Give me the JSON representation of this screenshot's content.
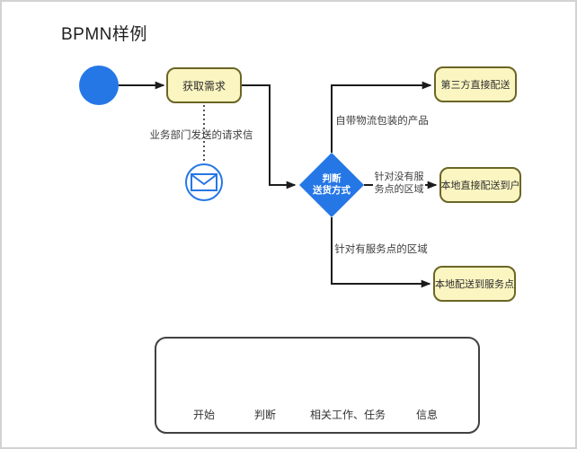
{
  "title": "BPMN样例",
  "colors": {
    "node_blue": "#2577E6",
    "task_fill": "#FBF6C1",
    "task_border": "#6B6526",
    "connector": "#1C1C1C"
  },
  "flow": {
    "task_label": "获取需求",
    "message_label": "业务部门发送的请求信",
    "gateway": {
      "line1": "判断",
      "line2": "送货方式"
    },
    "branches": [
      {
        "label": "自带物流包装的产品",
        "target": "第三方直接配送"
      },
      {
        "label": "针对没有服务点的区域",
        "target": "本地直接配送到户"
      },
      {
        "label": "针对有服务点的区域",
        "target": "本地配送到服务点"
      }
    ]
  },
  "legend": {
    "items": [
      {
        "icon": "start-circle-icon",
        "label": "开始"
      },
      {
        "icon": "decision-diamond-icon",
        "label": "判断"
      },
      {
        "icon": "task-rect-icon",
        "label": "相关工作、任务"
      },
      {
        "icon": "message-envelope-icon",
        "label": "信息"
      }
    ]
  }
}
